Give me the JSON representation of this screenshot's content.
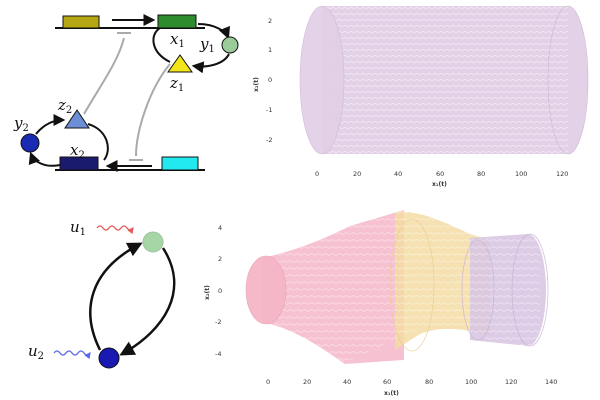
{
  "colors": {
    "gene_x1": "#2e8b2e",
    "gene_x2": "#1a1a6e",
    "promoter_top": "#b5a814",
    "promoter_bottom": "#22e8f0",
    "y1": "#99cc99",
    "z1": "#f2e51a",
    "z2": "#6b8ed6",
    "y2": "#1a2bb3",
    "tube_top": "#e2cfe6",
    "tube_pink": "#f5b6c8",
    "tube_yellow": "#f3dca3",
    "tube_purple": "#d9c6e3",
    "u1_wave": "#e85a5a",
    "u2_wave": "#5a6ae8",
    "node_top": "#a6d6a6",
    "node_bottom": "#1a1ab3"
  },
  "circuit": {
    "x1": {
      "base": "x",
      "index": "1"
    },
    "y1": {
      "base": "y",
      "index": "1"
    },
    "z1": {
      "base": "z",
      "index": "1"
    },
    "x2": {
      "base": "x",
      "index": "2"
    },
    "y2": {
      "base": "y",
      "index": "2"
    },
    "z2": {
      "base": "z",
      "index": "2"
    }
  },
  "coupling": {
    "u1": {
      "base": "u",
      "index": "1"
    },
    "u2": {
      "base": "u",
      "index": "2"
    }
  },
  "plots": {
    "top": {
      "ylabel": "x₂(t)",
      "xlabel": "x₁(t)",
      "yticks": [
        "2",
        "1",
        "0",
        "-1",
        "-2"
      ],
      "xticks": [
        "0",
        "20",
        "40",
        "60",
        "80",
        "100",
        "120"
      ]
    },
    "bottom": {
      "ylabel": "x₂(t)",
      "xlabel": "x₁(t)",
      "yticks": [
        "4",
        "2",
        "0",
        "-2",
        "-4"
      ],
      "xticks": [
        "0",
        "20",
        "40",
        "60",
        "80",
        "100",
        "120",
        "140"
      ]
    }
  }
}
